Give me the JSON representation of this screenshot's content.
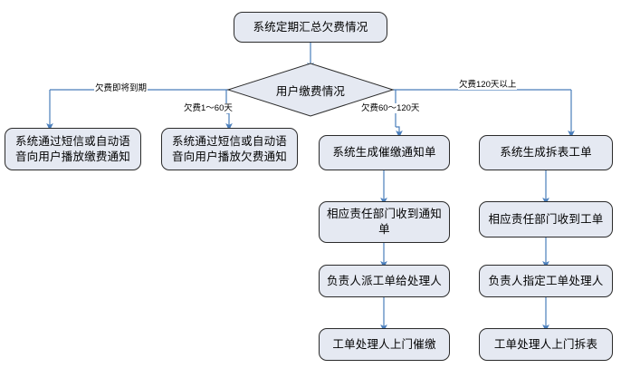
{
  "diagram": {
    "type": "flowchart",
    "title_node": "系统定期汇总欠费情况",
    "decision": "用户缴费情况",
    "edge_labels": {
      "branch1": "欠费即将到期",
      "branch2": "欠费1～60天",
      "branch3": "欠费60～120天",
      "branch4": "欠费120天以上"
    },
    "columns": [
      {
        "id": "col1",
        "steps": [
          "系统通过短信或自动语音向用户播放缴费通知"
        ]
      },
      {
        "id": "col2",
        "steps": [
          "系统通过短信或自动语音向用户播放欠费通知"
        ]
      },
      {
        "id": "col3",
        "steps": [
          "系统生成催缴通知单",
          "相应责任部门收到通知单",
          "负责人派工单给处理人",
          "工单处理人上门催缴"
        ]
      },
      {
        "id": "col4",
        "steps": [
          "系统生成拆表工单",
          "相应责任部门收到工单",
          "负责人指定工单处理人",
          "工单处理人上门拆表"
        ]
      }
    ],
    "colors": {
      "node_fill": "#e5e9f2",
      "node_border": "#2b2b2b",
      "connector": "#4a7ebb",
      "background": "#ffffff",
      "text": "#000000"
    }
  }
}
